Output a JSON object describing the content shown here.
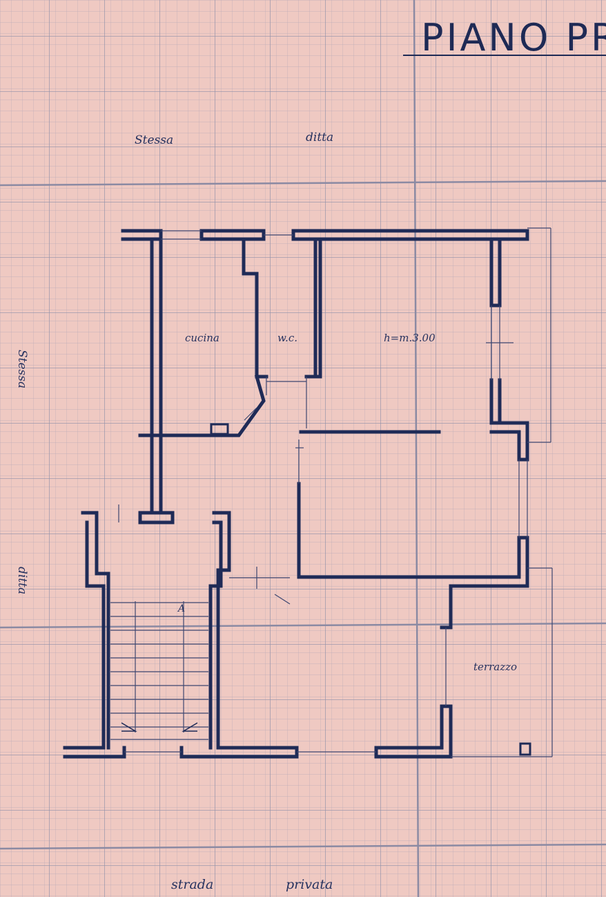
{
  "title": "PIANO PRIM",
  "labels": {
    "top_left": "Stessa",
    "top_right": "ditta",
    "left_upper": "Stessa",
    "left_lower": "ditta",
    "kitchen": "cucina",
    "wc": "w.c.",
    "height": "h=m.3.00",
    "terrace": "terrazzo",
    "stair_marker": "A",
    "bottom_left": "strada",
    "bottom_right": "privata"
  },
  "colors": {
    "paper": "#efc9c2",
    "grid_fine": "#b8a9b5",
    "grid_major": "#8f8fa8",
    "ink": "#1f2b57"
  }
}
